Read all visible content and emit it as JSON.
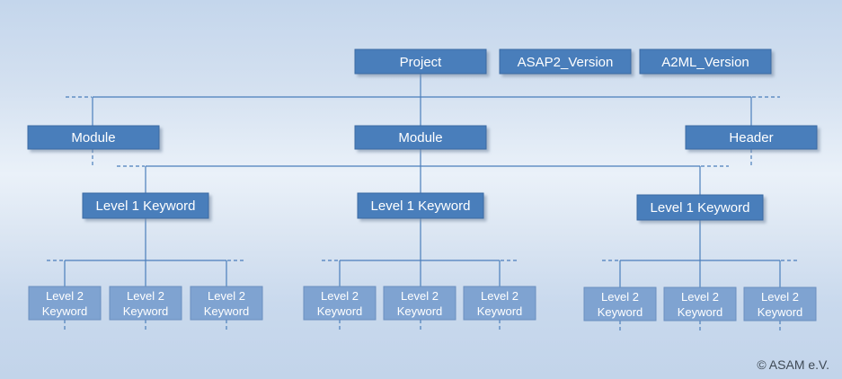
{
  "boxes": {
    "project": "Project",
    "asap2_version": "ASAP2_Version",
    "a2ml_version": "A2ML_Version",
    "module_left": "Module",
    "module_center": "Module",
    "header": "Header",
    "level1_left": "Level 1 Keyword",
    "level1_center": "Level 1 Keyword",
    "level1_right": "Level 1 Keyword",
    "level2_line1": "Level 2",
    "level2_line2": "Keyword"
  },
  "copyright": "© ASAM e.V.",
  "colors": {
    "box_fill": "#4a7ebb",
    "box_border": "#3a6aa3",
    "level2_fill": "#7fa3d1",
    "level2_border": "#6b8fbf",
    "connector": "#4a7ebb",
    "shadow": "#8a9cb4"
  }
}
